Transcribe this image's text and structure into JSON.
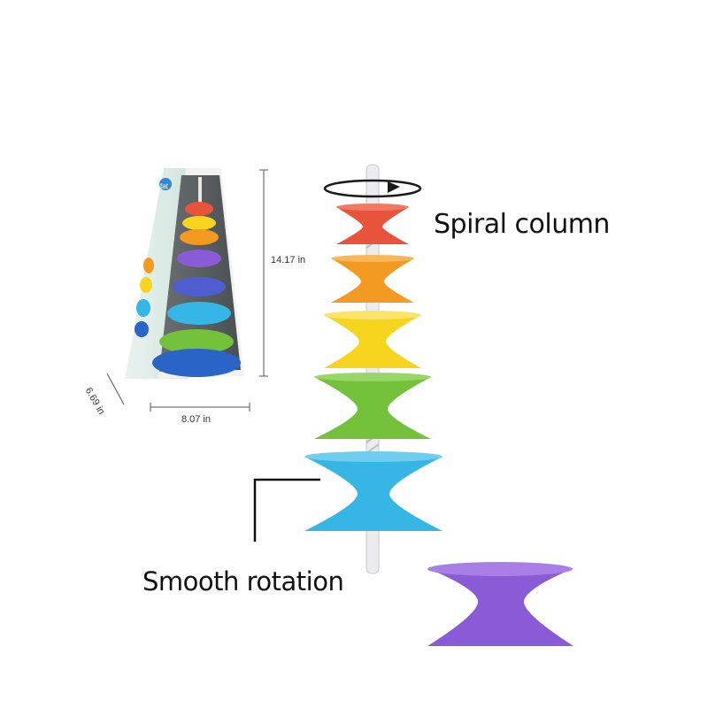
{
  "labels": {
    "spiral_column": "Spiral column",
    "smooth_rotation": "Smooth rotation"
  },
  "dimensions": {
    "height": "14.17 in",
    "width": "8.07 in",
    "depth": "6.69 in"
  },
  "box": {
    "brand_mark": "fat"
  },
  "colors": {
    "red": "#e8533c",
    "orange": "#f39a22",
    "yellow": "#f7d51f",
    "green": "#74c23b",
    "blue": "#35b6e5",
    "purple": "#8a5bd6",
    "dark_blue": "#2a64c7",
    "pole": "#e8e8ea"
  }
}
